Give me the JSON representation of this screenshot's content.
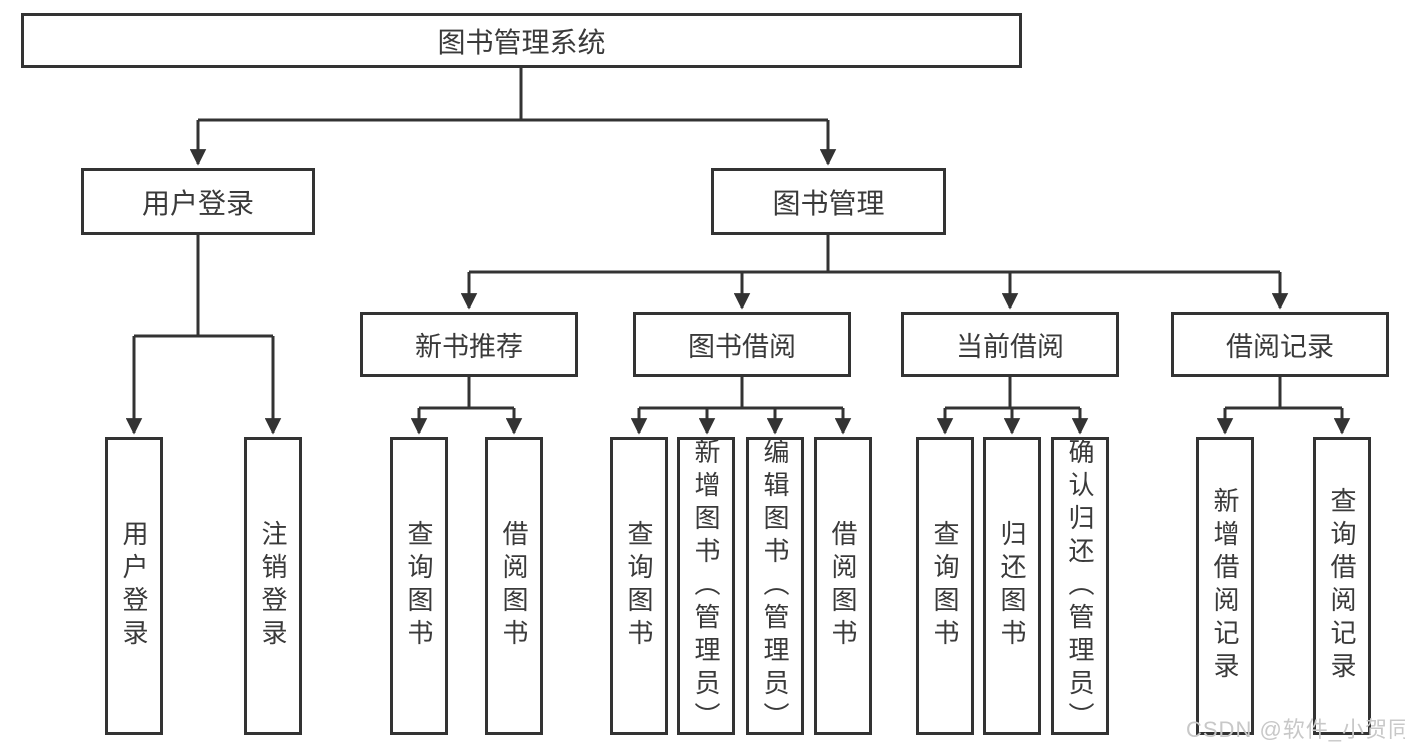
{
  "colors": {
    "line": "#333333",
    "box_border": "#333333",
    "box_background": "#ffffff",
    "text": "#3a3a3a",
    "watermark": "#c8c8c8"
  },
  "watermark": "CSDN @软件_小贺同学",
  "diagram": {
    "root": "图书管理系统",
    "level2": [
      {
        "label": "用户登录",
        "children": [
          "用户登录",
          "注销登录"
        ]
      },
      {
        "label": "图书管理",
        "sections": [
          {
            "label": "新书推荐",
            "children": [
              "查询图书",
              "借阅图书"
            ]
          },
          {
            "label": "图书借阅",
            "children": [
              "查询图书",
              "新增图书（管理员）",
              "编辑图书（管理员）",
              "借阅图书"
            ]
          },
          {
            "label": "当前借阅",
            "children": [
              "查询图书",
              "归还图书",
              "确认归还（管理员）"
            ]
          },
          {
            "label": "借阅记录",
            "children": [
              "新增借阅记录",
              "查询借阅记录"
            ]
          }
        ]
      }
    ]
  }
}
